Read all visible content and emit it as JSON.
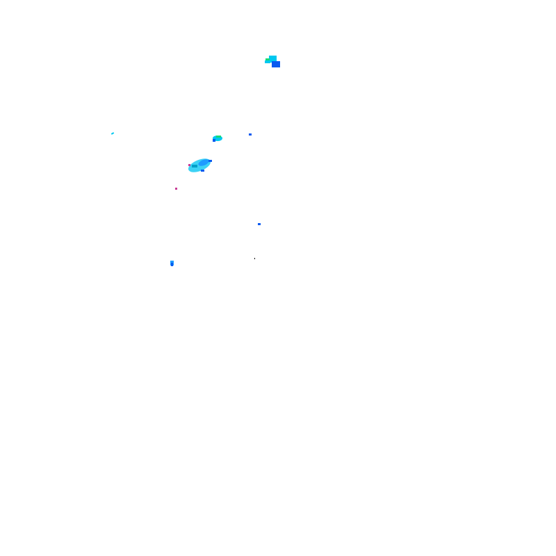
{
  "background_color": "#ffffff",
  "palette": {
    "cyan": "#00c8f0",
    "light_cyan": "#3cd2f5",
    "sky": "#1e9bff",
    "blue": "#0a5af0",
    "green": "#14dc78",
    "teal": "#00a0c8",
    "magenta": "#c83c96",
    "black": "#000000"
  },
  "echoes": [
    {
      "name": "echo-cell-north",
      "color_key": "cyan"
    },
    {
      "name": "echo-cell-north-core",
      "color_key": "blue"
    },
    {
      "name": "echo-cell-north-green",
      "color_key": "green"
    },
    {
      "name": "echo-cell-central",
      "color_key": "light_cyan"
    },
    {
      "name": "echo-cell-central-blue",
      "color_key": "sky"
    },
    {
      "name": "echo-cell-central-magenta",
      "color_key": "magenta"
    },
    {
      "name": "echo-cell-small-east",
      "color_key": "cyan"
    },
    {
      "name": "echo-cell-small-east-green",
      "color_key": "green"
    },
    {
      "name": "echo-speck-right",
      "color_key": "blue"
    },
    {
      "name": "echo-speck-far-west",
      "color_key": "cyan"
    },
    {
      "name": "echo-speck-west",
      "color_key": "magenta"
    },
    {
      "name": "echo-speck-mid",
      "color_key": "blue"
    },
    {
      "name": "echo-cell-southwest",
      "color_key": "sky"
    },
    {
      "name": "echo-speck-dark",
      "color_key": "black"
    }
  ]
}
